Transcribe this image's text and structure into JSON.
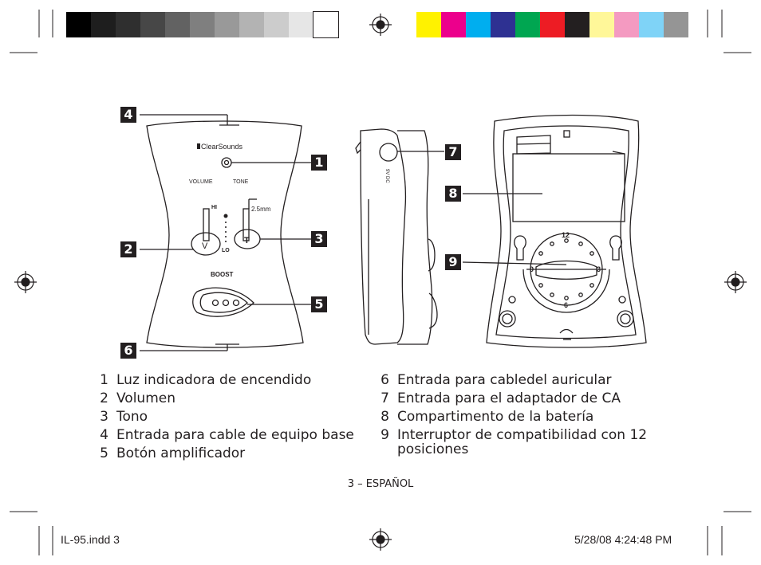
{
  "swatches_gray": [
    "#000000",
    "#1e1e1e",
    "#2f2f2f",
    "#474747",
    "#626262",
    "#7f7f7f",
    "#999999",
    "#b3b3b3",
    "#cccccc",
    "#e6e6e6",
    "#ffffff"
  ],
  "swatches_color": [
    "#fff200",
    "#ec008c",
    "#00aeef",
    "#2e3192",
    "#00a651",
    "#ed1c24",
    "#231f20",
    "#fff799",
    "#f49ac1",
    "#7fd3f7",
    "#959595"
  ],
  "device": {
    "brand": "ClearSounds",
    "volume_label": "VOLUME",
    "tone_label": "TONE",
    "hi_label": "HI",
    "lo_label": "LO",
    "jack_label": "2.5mm",
    "boost_label": "BOOST",
    "dial_12": "12",
    "dial_3": "3",
    "dial_6": "6",
    "dial_9": "9",
    "dc_label": "9V DC",
    "v_knob": "V",
    "t_knob": "T"
  },
  "callouts": [
    "1",
    "2",
    "3",
    "4",
    "5",
    "6",
    "7",
    "8",
    "9"
  ],
  "legend_left": [
    {
      "num": "1",
      "text": "Luz indicadora de encendido"
    },
    {
      "num": "2",
      "text": "Volumen"
    },
    {
      "num": "3",
      "text": "Tono"
    },
    {
      "num": "4",
      "text": "Entrada para cable de equipo base"
    },
    {
      "num": "5",
      "text": "Botón amplificador"
    }
  ],
  "legend_right": [
    {
      "num": "6",
      "text": "Entrada para cabledel auricular"
    },
    {
      "num": "7",
      "text": "Entrada para el adaptador de CA"
    },
    {
      "num": "8",
      "text": "Compartimento de la batería"
    },
    {
      "num": "9",
      "text": "Interruptor de compatibilidad con 12 posiciones"
    }
  ],
  "footer": "3 – ESPAÑOL",
  "slug": {
    "file": "IL-95.indd   3",
    "date": "5/28/08   4:24:48 PM"
  }
}
